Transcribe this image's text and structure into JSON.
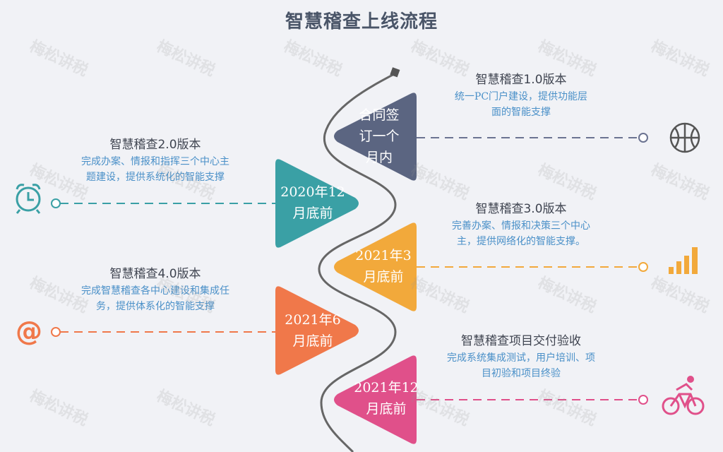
{
  "title": "智慧稽查上线流程",
  "watermark": "梅松讲税",
  "stages": [
    {
      "lines": [
        "合同签",
        "订一个",
        "月内"
      ],
      "color": "#5b6581"
    },
    {
      "lines": [
        "2020年12",
        "月底前"
      ],
      "color": "#3aa0a5"
    },
    {
      "lines": [
        "2021年3",
        "月底前"
      ],
      "color": "#f2a93b"
    },
    {
      "lines": [
        "2021年6",
        "月底前"
      ],
      "color": "#f0784a"
    },
    {
      "lines": [
        "2021年12",
        "月底前"
      ],
      "color": "#e0508a"
    }
  ],
  "descriptions": [
    {
      "heading": "智慧稽查1.0版本",
      "body": "统一PC门户建设，提供功能层面的智能支撑"
    },
    {
      "heading": "智慧稽查2.0版本",
      "body": "完成办案、情报和指挥三个中心主题建设，提供系统化的智能支撑"
    },
    {
      "heading": "智慧稽查3.0版本",
      "body": "完善办案、情报和决策三个中心主，提供网络化的智能支撑。"
    },
    {
      "heading": "智慧稽查4.0版本",
      "body": "完成智慧稽查各中心建设和集成任务，提供体系化的智能支撑"
    },
    {
      "heading": "智慧稽查项目交付验收",
      "body": "完成系统集成测试，用户培训、项目初验和项目终验"
    }
  ],
  "icons": [
    "basketball-icon",
    "alarm-clock-icon",
    "signal-bars-icon",
    "at-sign-icon",
    "cyclist-icon"
  ]
}
